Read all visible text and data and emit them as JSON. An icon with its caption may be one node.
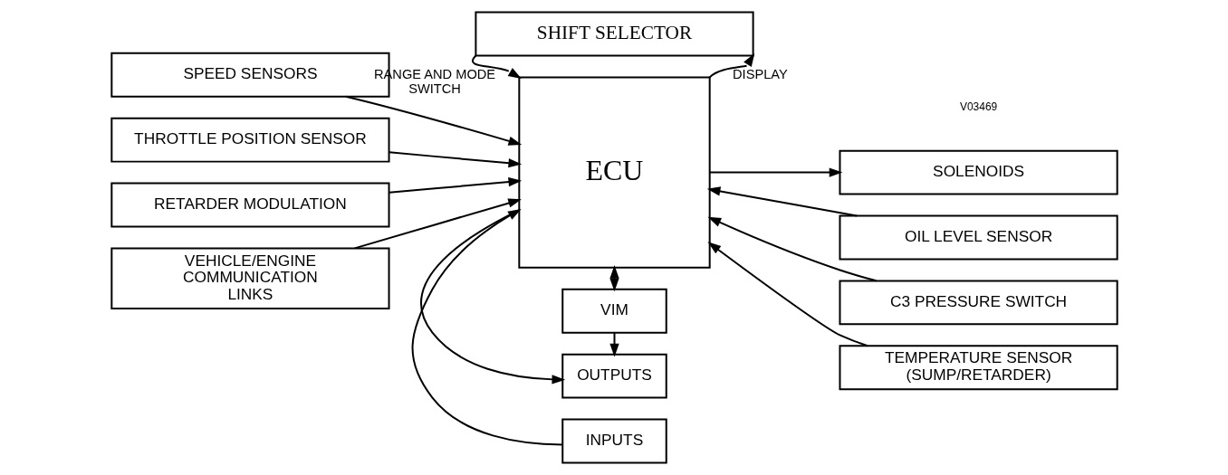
{
  "diagram": {
    "nodes": [
      {
        "text": [
          "SHIFT SELECTOR"
        ]
      },
      {
        "text": [
          "ECU"
        ]
      },
      {
        "text": [
          "SPEED SENSORS"
        ]
      },
      {
        "text": [
          "THROTTLE POSITION SENSOR"
        ]
      },
      {
        "text": [
          "RETARDER MODULATION"
        ]
      },
      {
        "text": [
          "VEHICLE/ENGINE COMMUNICATION LINKS"
        ]
      },
      {
        "text": [
          "OIL LEVEL SENSOR"
        ]
      },
      {
        "text": [
          "SOLENOIDS"
        ]
      },
      {
        "text": [
          "C3 PRESSURE SWITCH"
        ]
      },
      {
        "text": [
          "TEMPERATURE SENSOR (SUMP/RETARDER)"
        ]
      },
      {
        "text": [
          "VIM"
        ]
      },
      {
        "text": [
          "INPUTS"
        ]
      },
      {
        "text": [
          "OUTPUTS"
        ]
      }
    ],
    "edges": [
      {
        "from": 0,
        "to": 1,
        "arrow": "to",
        "label": "RANGE AND MODE SWITCH"
      },
      {
        "from": 1,
        "to": 0,
        "arrow": "to",
        "label": "DISPLAY"
      },
      {
        "from": 2,
        "to": 1,
        "arrow": "to"
      },
      {
        "from": 3,
        "to": 1,
        "arrow": "to"
      },
      {
        "from": 4,
        "to": 1,
        "arrow": "to"
      },
      {
        "from": 5,
        "to": 1,
        "arrow": "to"
      },
      {
        "from": 6,
        "to": 1,
        "arrow": "to"
      },
      {
        "from": 1,
        "to": 7,
        "arrow": "to"
      },
      {
        "from": 8,
        "to": 1,
        "arrow": "to"
      },
      {
        "from": 9,
        "to": 1,
        "arrow": "to"
      },
      {
        "from": 1,
        "to": 10,
        "arrow": "both"
      },
      {
        "from": 11,
        "to": 1,
        "arrow": "to"
      },
      {
        "from": 10,
        "to": 12,
        "arrow": "to"
      },
      {
        "from": 1,
        "to": 12,
        "arrow": "to"
      }
    ],
    "labels": [
      "V03469"
    ]
  }
}
